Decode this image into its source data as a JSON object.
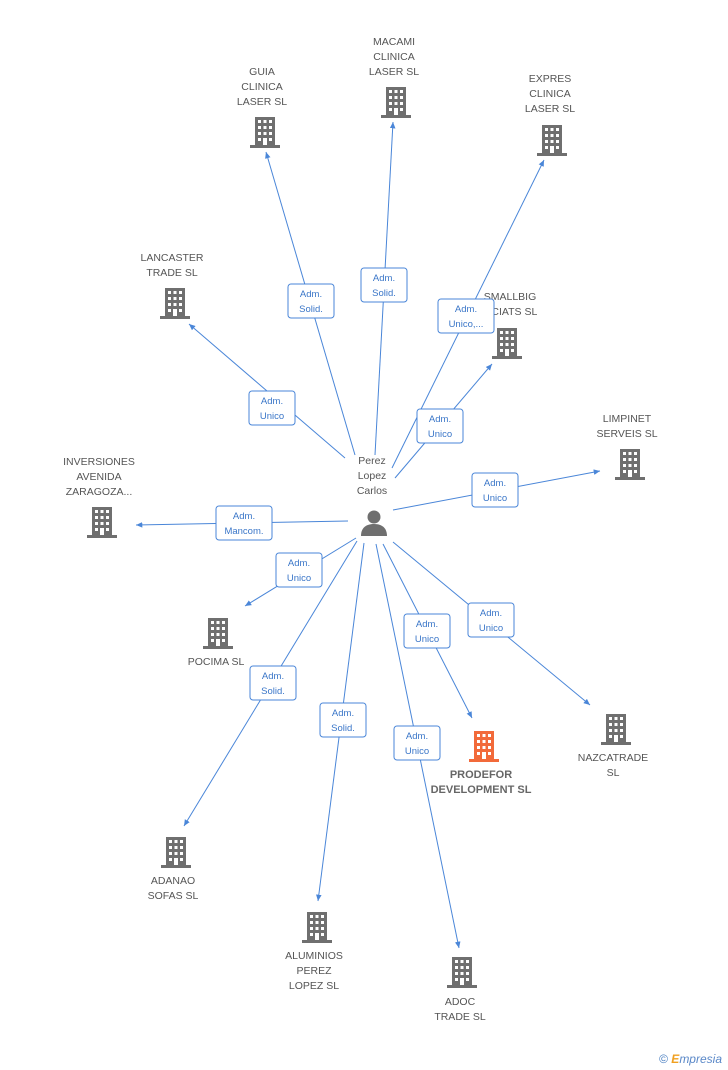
{
  "center": {
    "name_lines": [
      "Perez",
      "Lopez",
      "Carlos"
    ]
  },
  "colors": {
    "edge": "#4a86d8",
    "building": "#6f6f6f",
    "highlight": "#f26a3a"
  },
  "nodes": [
    {
      "id": "guia",
      "lines": [
        "GUIA",
        "CLINICA",
        "LASER  SL"
      ]
    },
    {
      "id": "macami",
      "lines": [
        "MACAMI",
        "CLINICA",
        "LASER SL"
      ]
    },
    {
      "id": "expres",
      "lines": [
        "EXPRES",
        "CLINICA",
        "LASER SL"
      ]
    },
    {
      "id": "lancaster",
      "lines": [
        "LANCASTER",
        "TRADE SL"
      ]
    },
    {
      "id": "smallbig",
      "lines": [
        "SMALLBIG",
        "...CIATS SL"
      ]
    },
    {
      "id": "limpinet",
      "lines": [
        "LIMPINET",
        "SERVEIS SL"
      ]
    },
    {
      "id": "inversiones",
      "lines": [
        "INVERSIONES",
        "AVENIDA",
        "ZARAGOZA..."
      ]
    },
    {
      "id": "pocima",
      "lines": [
        "POCIMA SL"
      ]
    },
    {
      "id": "prodefor",
      "lines": [
        "PRODEFOR",
        "DEVELOPMENT SL"
      ],
      "highlight": true
    },
    {
      "id": "nazcatrade",
      "lines": [
        "NAZCATRADE",
        "SL"
      ]
    },
    {
      "id": "adanao",
      "lines": [
        "ADANAO",
        "SOFAS SL"
      ]
    },
    {
      "id": "aluminios",
      "lines": [
        "ALUMINIOS",
        "PEREZ",
        "LOPEZ SL"
      ]
    },
    {
      "id": "adoc",
      "lines": [
        "ADOC",
        "TRADE SL"
      ]
    }
  ],
  "relations": [
    {
      "target": "guia",
      "lines": [
        "Adm.",
        "Solid."
      ]
    },
    {
      "target": "macami",
      "lines": [
        "Adm.",
        "Solid."
      ]
    },
    {
      "target": "expres",
      "lines": [
        "Adm.",
        "Unico,..."
      ]
    },
    {
      "target": "lancaster",
      "lines": [
        "Adm.",
        "Unico"
      ]
    },
    {
      "target": "smallbig",
      "lines": [
        "Adm.",
        "Unico"
      ]
    },
    {
      "target": "limpinet",
      "lines": [
        "Adm.",
        "Unico"
      ]
    },
    {
      "target": "inversiones",
      "lines": [
        "Adm.",
        "Mancom."
      ]
    },
    {
      "target": "pocima",
      "lines": [
        "Adm.",
        "Unico"
      ]
    },
    {
      "target": "prodefor",
      "lines": [
        "Adm.",
        "Unico"
      ]
    },
    {
      "target": "nazcatrade",
      "lines": [
        "Adm.",
        "Unico"
      ]
    },
    {
      "target": "adanao",
      "lines": [
        "Adm.",
        "Solid."
      ]
    },
    {
      "target": "aluminios",
      "lines": [
        "Adm.",
        "Solid."
      ]
    },
    {
      "target": "adoc",
      "lines": [
        "Adm.",
        "Unico"
      ]
    }
  ],
  "footer": {
    "copyright_symbol": "©",
    "brand_first": "E",
    "brand_rest": "mpresia"
  }
}
